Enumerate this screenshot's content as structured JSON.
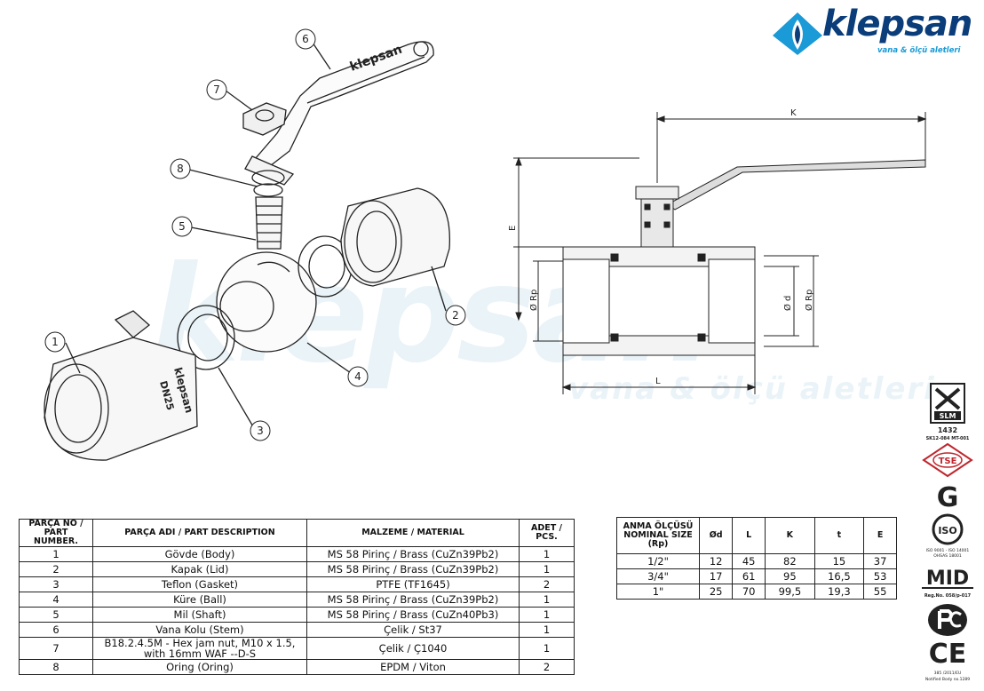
{
  "brand": {
    "name": "klepsan",
    "tagline": "vana & ölçü aletleri",
    "colors": {
      "primary": "#0a3d7a",
      "accent": "#1a9ad6"
    }
  },
  "callouts": [
    "1",
    "2",
    "3",
    "4",
    "5",
    "6",
    "7",
    "8"
  ],
  "drawing_labels": {
    "handle_text": "klepsan",
    "body_text": "klepsan",
    "body_dn": "DN25",
    "dim_k": "K",
    "dim_e": "E",
    "dim_l": "L",
    "dim_rp_left": "Ø Rp",
    "dim_d": "Ø d",
    "dim_rp_right": "Ø Rp"
  },
  "parts_table": {
    "headers": [
      "PARÇA NO / PART NUMBER.",
      "PARÇA ADI / PART DESCRIPTION",
      "MALZEME / MATERIAL",
      "ADET / PCS."
    ],
    "rows": [
      [
        "1",
        "Gövde (Body)",
        "MS 58 Pirinç / Brass (CuZn39Pb2)",
        "1"
      ],
      [
        "2",
        "Kapak (Lid)",
        "MS 58 Pirinç / Brass (CuZn39Pb2)",
        "1"
      ],
      [
        "3",
        "Teflon (Gasket)",
        "PTFE (TF1645)",
        "2"
      ],
      [
        "4",
        "Küre (Ball)",
        "MS 58 Pirinç / Brass (CuZn39Pb2)",
        "1"
      ],
      [
        "5",
        "Mil (Shaft)",
        "MS 58 Pirinç / Brass (CuZn40Pb3)",
        "1"
      ],
      [
        "6",
        "Vana Kolu (Stem)",
        "Çelik / St37",
        "1"
      ],
      [
        "7",
        "B18.2.4.5M - Hex jam nut,  M10 x 1.5, with 16mm WAF --D-S",
        "Çelik / Ç1040",
        "1"
      ],
      [
        "8",
        "Oring (Oring)",
        "EPDM / Viton",
        "2"
      ]
    ]
  },
  "dims_table": {
    "headers": [
      "ANMA ÖLÇÜSÜ NOMINAL SIZE (Rp)",
      "Ød",
      "L",
      "K",
      "t",
      "E"
    ],
    "rows": [
      [
        "1/2\"",
        "12",
        "45",
        "82",
        "15",
        "37"
      ],
      [
        "3/4\"",
        "17",
        "61",
        "95",
        "16,5",
        "53"
      ],
      [
        "1\"",
        "25",
        "70",
        "99,5",
        "19,3",
        "55"
      ]
    ]
  },
  "certifications": {
    "slm_label": "SLM",
    "slm_number": "1432",
    "slm_code": "SK12-084 MT-001",
    "tse": "TSE",
    "g_mark": "G",
    "iso": "ISO",
    "iso_text1": "ISO 9001 - ISO 14001",
    "iso_text2": "OHSAS 18001",
    "mid": "MID",
    "mid_reg": "Reg.No. 058/p-017",
    "ce": "CE",
    "ce_text1": "385 /2011/EU",
    "ce_text2": "Notified Body no.1289"
  }
}
